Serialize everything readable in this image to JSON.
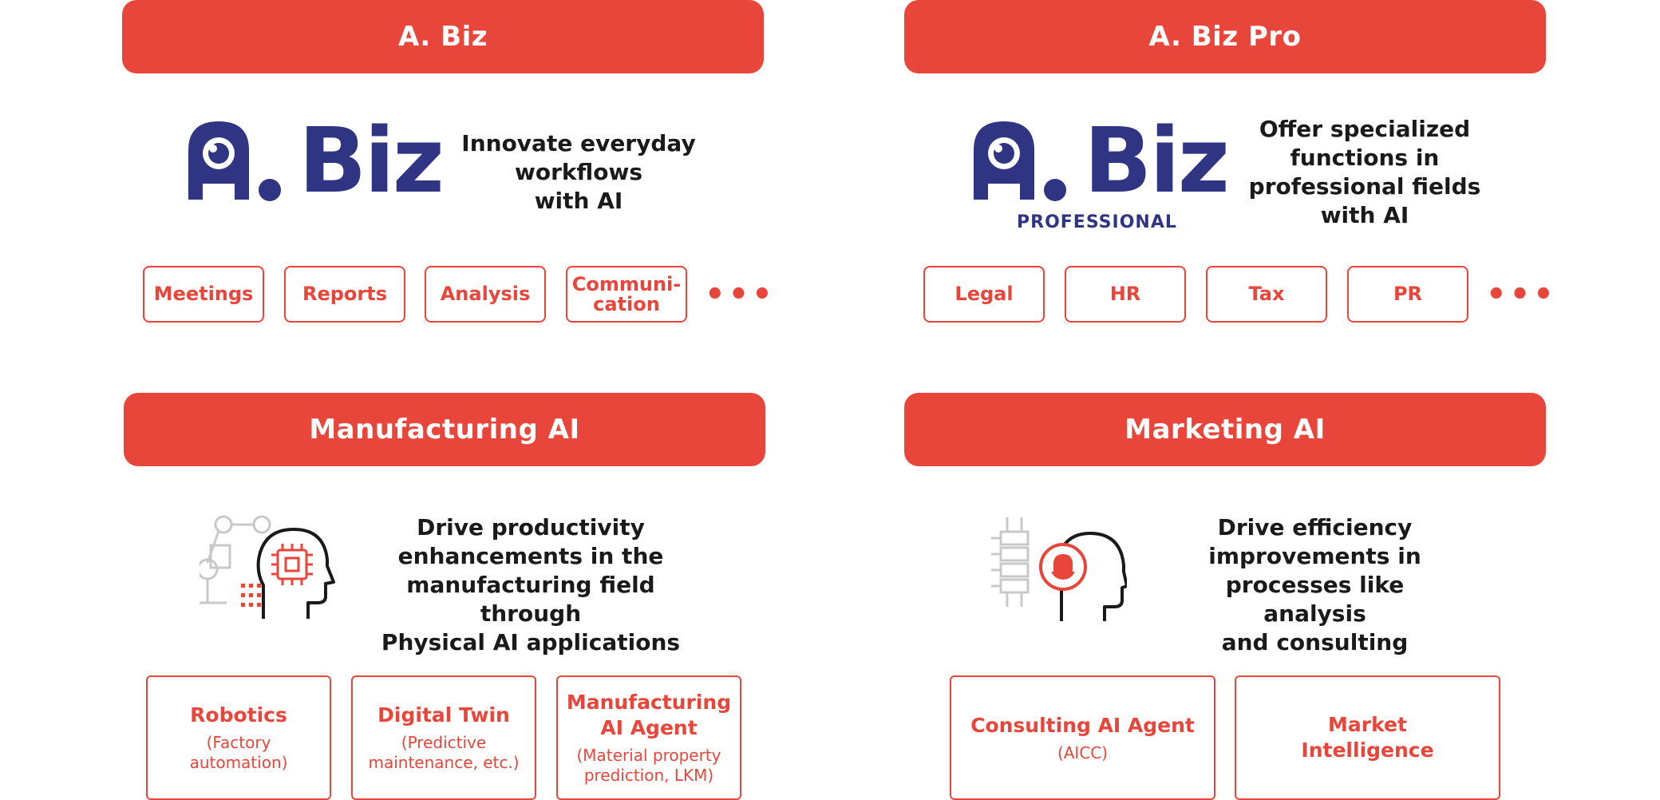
{
  "abiz": {
    "banner": "A. Biz",
    "logo_text": "A. Biz",
    "tagline": [
      "Innovate everyday",
      "workflows",
      "with AI"
    ],
    "pills": [
      "Meetings",
      "Reports",
      "Analysis",
      "Communi-\ncation"
    ],
    "more": "•••"
  },
  "abizpro": {
    "banner": "A. Biz Pro",
    "logo_text": "A. Biz",
    "logo_sub": "PROFESSIONAL",
    "tagline": [
      "Offer specialized",
      "functions in",
      "professional fields",
      "with AI"
    ],
    "pills": [
      "Legal",
      "HR",
      "Tax",
      "PR"
    ],
    "more": "•••"
  },
  "manufacturing": {
    "banner": "Manufacturing AI",
    "tagline": [
      "Drive productivity",
      "enhancements in the",
      "manufacturing field through",
      "Physical AI applications"
    ],
    "cards": [
      {
        "title": "Robotics",
        "sub": "(Factory\nautomation)"
      },
      {
        "title": "Digital Twin",
        "sub": "(Predictive\nmaintenance, etc.)"
      },
      {
        "title": "Manufacturing\nAI Agent",
        "sub": "(Material property\nprediction, LKM)"
      }
    ]
  },
  "marketing": {
    "banner": "Marketing AI",
    "tagline": [
      "Drive efficiency",
      "improvements in",
      "processes like analysis",
      "and consulting"
    ],
    "cards": [
      {
        "title": "Consulting AI Agent",
        "sub": "(AICC)"
      },
      {
        "title": "Market\nIntelligence",
        "sub": ""
      }
    ]
  },
  "colors": {
    "accent": "#e8463a",
    "brand": "#2f3483"
  }
}
